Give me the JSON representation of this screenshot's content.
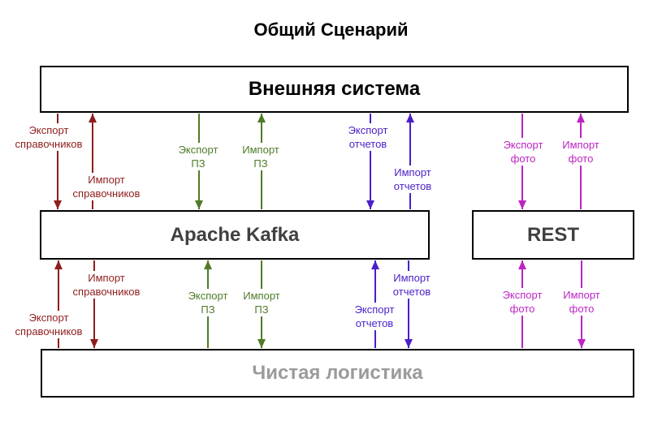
{
  "title": "Общий Сценарий",
  "nodes": {
    "external": {
      "label": "Внешняя система"
    },
    "kafka": {
      "label": "Apache Kafka"
    },
    "rest": {
      "label": "REST"
    },
    "logistics": {
      "label": "Чистая логистика"
    }
  },
  "colors": {
    "directories_flow": "#8f1d1d",
    "pz_flow": "#4f7b28",
    "reports_flow": "#4a1fc8",
    "photo_flow": "#bc24c4",
    "node_border": "#000000",
    "external_label": "#000000",
    "kafka_label": "#404040",
    "rest_label": "#404040",
    "logistics_label": "#9b9b9b"
  },
  "flows": {
    "top": [
      {
        "line1": "Экспорт",
        "line2": "справочников",
        "direction": "down",
        "color": "#8f1d1d"
      },
      {
        "line1": "Импорт",
        "line2": "справочников",
        "direction": "up",
        "color": "#8f1d1d"
      },
      {
        "line1": "Экспорт",
        "line2": "ПЗ",
        "direction": "down",
        "color": "#4f7b28"
      },
      {
        "line1": "Импорт",
        "line2": "ПЗ",
        "direction": "up",
        "color": "#4f7b28"
      },
      {
        "line1": "Экспорт",
        "line2": "отчетов",
        "direction": "down",
        "color": "#4a1fc8"
      },
      {
        "line1": "Импорт",
        "line2": "отчетов",
        "direction": "up",
        "color": "#4a1fc8"
      },
      {
        "line1": "Экспорт",
        "line2": "фото",
        "direction": "down",
        "color": "#bc24c4"
      },
      {
        "line1": "Импорт",
        "line2": "фото",
        "direction": "up",
        "color": "#bc24c4"
      }
    ],
    "bottom": [
      {
        "line1": "Экспорт",
        "line2": "справочников",
        "direction": "up",
        "color": "#8f1d1d"
      },
      {
        "line1": "Импорт",
        "line2": "справочников",
        "direction": "down",
        "color": "#8f1d1d"
      },
      {
        "line1": "Экспорт",
        "line2": "ПЗ",
        "direction": "up",
        "color": "#4f7b28"
      },
      {
        "line1": "Импорт",
        "line2": "ПЗ",
        "direction": "down",
        "color": "#4f7b28"
      },
      {
        "line1": "Экспорт",
        "line2": "отчетов",
        "direction": "up",
        "color": "#4a1fc8"
      },
      {
        "line1": "Импорт",
        "line2": "отчетов",
        "direction": "down",
        "color": "#4a1fc8"
      },
      {
        "line1": "Экспорт",
        "line2": "фото",
        "direction": "up",
        "color": "#bc24c4"
      },
      {
        "line1": "Импорт",
        "line2": "фото",
        "direction": "down",
        "color": "#bc24c4"
      }
    ]
  }
}
